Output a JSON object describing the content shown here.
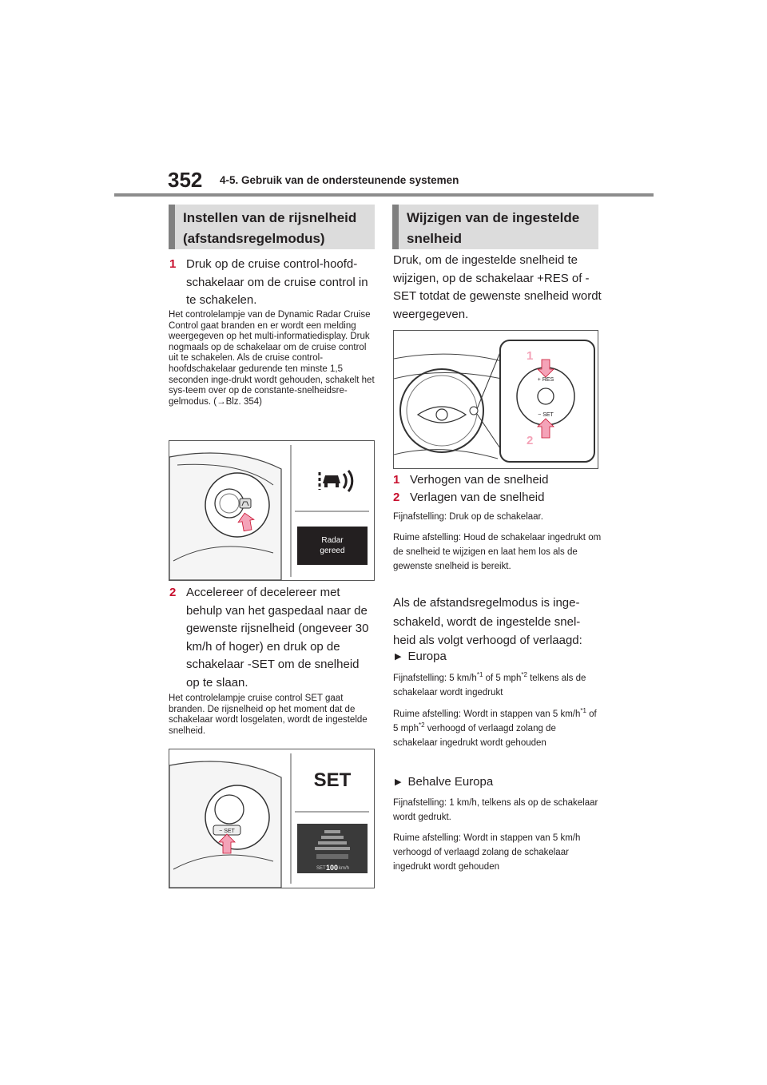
{
  "header": {
    "page_number": "352",
    "section": "4-5. Gebruik van de ondersteunende systemen"
  },
  "left": {
    "heading": "Instellen van de rijsnelheid (afstandsregelmodus)",
    "step1": {
      "num": "1",
      "text": "Druk op de cruise control-hoofd-schakelaar om de cruise control in te schakelen."
    },
    "step1_note": "Het controlelampje van de Dynamic Radar Cruise Control gaat branden en er wordt een melding weergegeven op het multi-informatiedisplay. Druk nogmaals op de schakelaar om de cruise control uit te schakelen. Als de cruise control-hoofdschakelaar gedurende ten minste 1,5 seconden inge-drukt wordt gehouden, schakelt het sys-teem over op de constante-snelheidsre-gelmodus. (→Blz. 354)",
    "figure1": {
      "display_line1": "Radar",
      "display_line2": "gereed",
      "switch_icon": "radar-cruise-icon",
      "pointer_icon": "arrow-up-icon"
    },
    "step2": {
      "num": "2",
      "text": "Accelereer of decelereer met behulp van het gaspedaal naar de gewenste rijsnelheid (ongeveer 30 km/h of hoger) en druk op de schakelaar -SET om de snelheid op te slaan."
    },
    "step2_note": "Het controlelampje cruise control SET gaat branden. De rijsnelheid op het moment dat de schakelaar wordt losgelaten, wordt de ingestelde snelheid.",
    "figure2": {
      "big_label": "SET",
      "switch_label": "− SET",
      "display_set": "SET",
      "display_speed": "100",
      "display_unit": "km/h"
    }
  },
  "right": {
    "heading": "Wijzigen van de ingestelde snelheid",
    "intro": "Druk, om de ingestelde snelheid te wijzigen, op de schakelaar +RES of -SET totdat de gewenste snelheid wordt weergegeven.",
    "figure": {
      "callout1": "1",
      "callout2": "2",
      "res_label": "+ RES",
      "set_label": "− SET"
    },
    "item1": {
      "num": "1",
      "text": "Verhogen van de snelheid"
    },
    "item2": {
      "num": "2",
      "text": "Verlagen van de snelheid"
    },
    "note1": "Fijnafstelling: Druk op de schakelaar.",
    "note2": "Ruime afstelling: Houd de schakelaar ingedrukt om de snelheid te wijzigen en laat hem los als de gewenste snelheid is bereikt.",
    "body2": "Als de afstandsregelmodus is inge-schakeld, wordt de ingestelde snel-heid als volgt verhoogd of verlaagd:",
    "europe": {
      "label": "Europa",
      "fine_a": "Fijnafstelling: 5 km/h",
      "fine_sup1": "*1",
      "fine_b": " of 5 mph",
      "fine_sup2": "*2",
      "fine_c": " telkens als de schakelaar wordt ingedrukt",
      "coarse_a": "Ruime afstelling: Wordt in stappen van 5 km/h",
      "coarse_sup1": "*1",
      "coarse_b": " of 5 mph",
      "coarse_sup2": "*2",
      "coarse_c": " verhoogd of verlaagd zolang de schakelaar ingedrukt wordt gehouden"
    },
    "except_europe": {
      "label": "Behalve Europa",
      "fine": "Fijnafstelling: 1 km/h, telkens als op de schakelaar wordt gedrukt.",
      "coarse": "Ruime afstelling: Wordt in stappen van 5 km/h verhoogd of verlaagd zolang de schakelaar ingedrukt wordt gehouden"
    }
  },
  "colors": {
    "step_number": "#c8102e",
    "heading_bg": "#dcdcdc",
    "heading_bar": "#808080",
    "arrow_pink": "#f4a3b8"
  }
}
